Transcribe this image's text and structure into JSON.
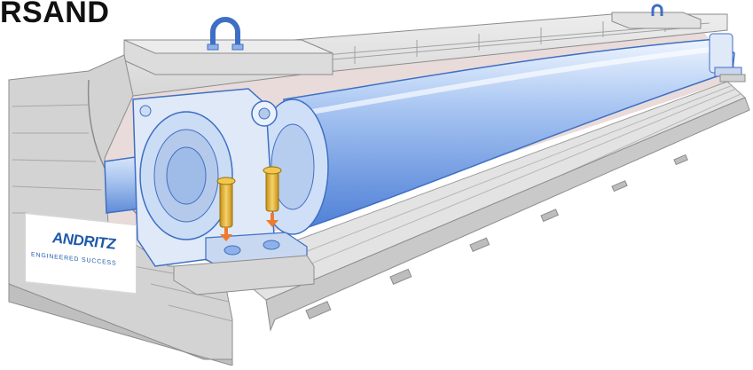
{
  "header": {
    "title": "RSAND"
  },
  "logo": {
    "brand": "ANDRITZ",
    "tagline": "ENGINEERED SUCCESS"
  },
  "colors": {
    "title": "#111111",
    "brand_blue": "#1f5aa8",
    "roller_light": "#d6e6fb",
    "roller_mid": "#7fa6e6",
    "roller_dark": "#4d7fd6",
    "housing_light": "#dfe9f8",
    "housing_mid": "#b5c9ea",
    "concrete_light": "#e9e9e9",
    "concrete_mid": "#cfcfcf",
    "concrete_dark": "#a8a8a8",
    "bolt_gold": "#e7b632",
    "arrow_orange": "#ef7a2e",
    "cavity_pink": "#e8dbd9"
  },
  "icons": {
    "lifting_lug_left": "lifting-eye-icon",
    "lifting_lug_right": "lifting-eye-icon",
    "arrows": "arrow-down-icon"
  }
}
